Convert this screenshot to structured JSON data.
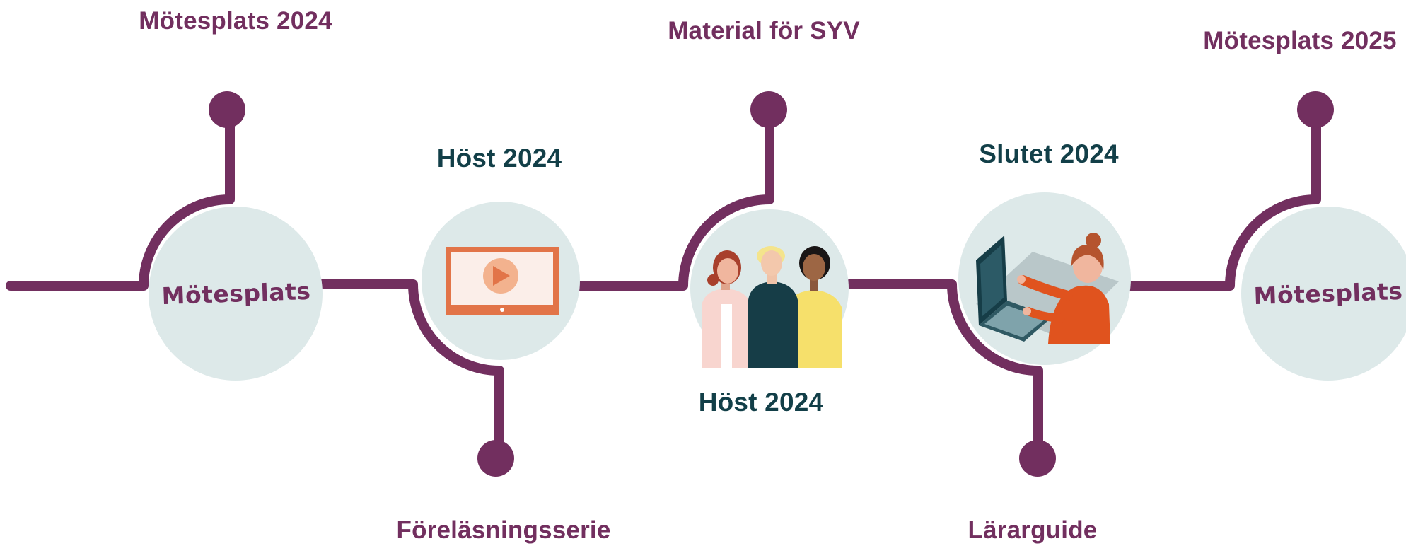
{
  "colors": {
    "plum": "#722f5f",
    "teal_dark": "#123f48",
    "circle_fill": "#dde9e9",
    "video_orange": "#e27448"
  },
  "milestones": [
    {
      "title": "Mötesplats 2024",
      "badge": "Mötesplats",
      "icon": "motesplats-badge"
    },
    {
      "title": "Föreläsningsserie",
      "date": "Höst 2024",
      "icon": "video-screen-icon"
    },
    {
      "title": "Material för SYV",
      "date": "Höst 2024",
      "icon": "people-group-icon"
    },
    {
      "title": "Lärarguide",
      "date": "Slutet 2024",
      "icon": "person-laptop-icon"
    },
    {
      "title": "Mötesplats 2025",
      "badge": "Mötesplats",
      "icon": "motesplats-badge"
    }
  ]
}
